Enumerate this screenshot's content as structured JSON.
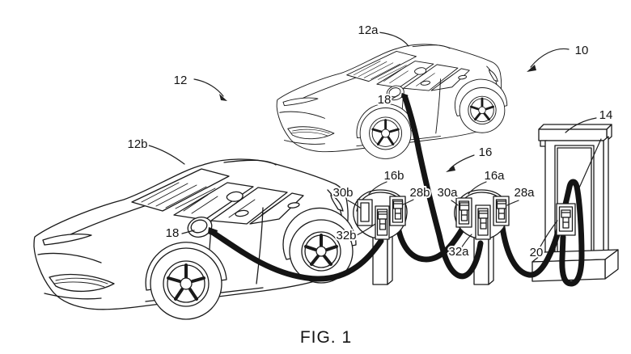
{
  "caption": "FIG. 1",
  "labels": {
    "ref_10": "10",
    "ref_12": "12",
    "ref_12a": "12a",
    "ref_12b": "12b",
    "ref_14": "14",
    "ref_16": "16",
    "ref_16a": "16a",
    "ref_16b": "16b",
    "ref_18_upper": "18",
    "ref_18_lower": "18",
    "ref_20": "20",
    "ref_28a": "28a",
    "ref_28b": "28b",
    "ref_30a": "30a",
    "ref_30b": "30b",
    "ref_32a": "32a",
    "ref_32b": "32b"
  },
  "colors": {
    "line": "#1a1a1a",
    "cable": "#141414",
    "background": "#ffffff"
  }
}
